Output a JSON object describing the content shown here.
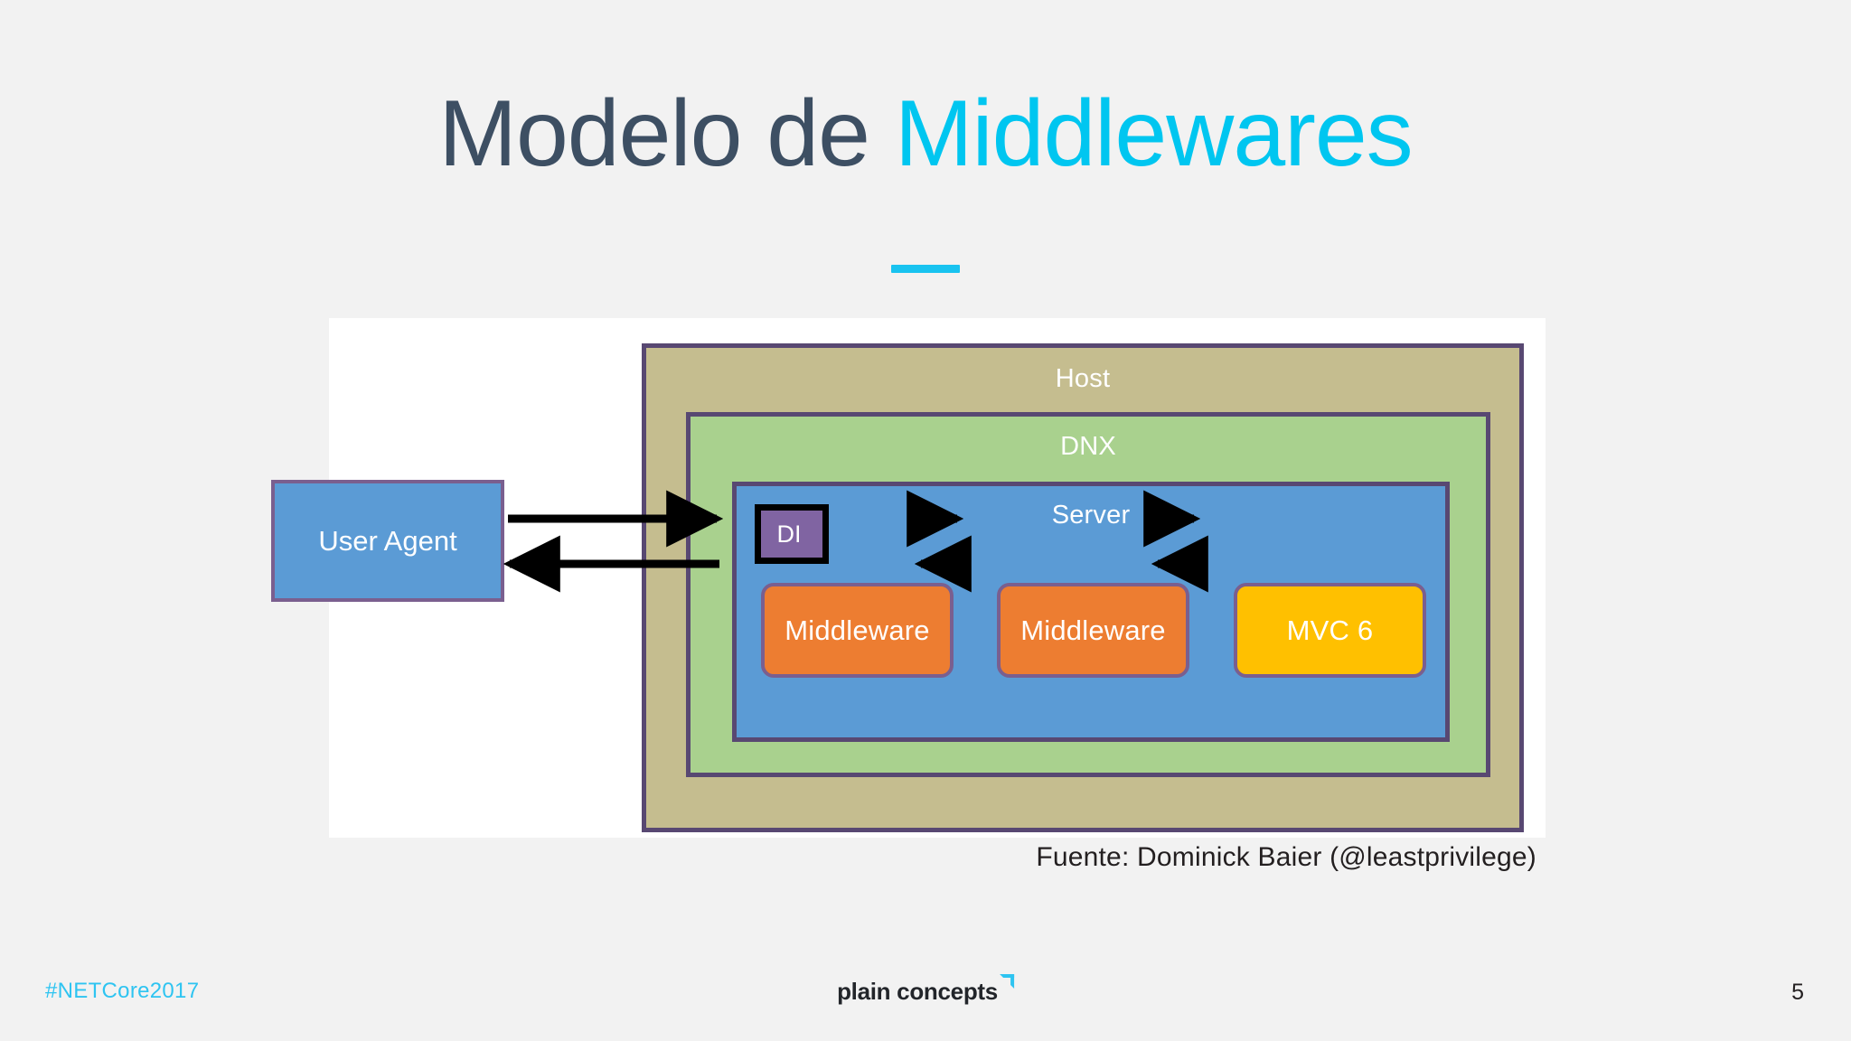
{
  "slide": {
    "title_primary": "Modelo de ",
    "title_accent": "Middlewares",
    "accent_color": "#00c6f0",
    "title_color": "#3d4f63",
    "background_color": "#f2f2f2"
  },
  "diagram": {
    "host": {
      "label": "Host",
      "fill": "#c5bd8f",
      "border": "#584872"
    },
    "dnx": {
      "label": "DNX",
      "fill": "#a9d18e",
      "border": "#584872"
    },
    "server": {
      "label": "Server",
      "fill": "#5b9bd5",
      "border": "#584872"
    },
    "di": {
      "label": "DI",
      "fill": "#8064a2",
      "border": "#000000"
    },
    "user_agent": {
      "label": "User Agent",
      "fill": "#5b9bd5",
      "border": "#7a5f8f"
    },
    "pipeline": [
      {
        "label": "Middleware",
        "fill": "#ed7d31",
        "border": "#7a5f8f"
      },
      {
        "label": "Middleware",
        "fill": "#ed7d31",
        "border": "#7a5f8f"
      },
      {
        "label": "MVC 6",
        "fill": "#ffc000",
        "border": "#7a5f8f"
      }
    ],
    "arrow_color": "#000000",
    "arrow_direction_note": "bidirectional request/response flow"
  },
  "caption": "Fuente: Dominick Baier (@leastprivilege)",
  "footer": {
    "hashtag": "#NETCore2017",
    "logo_text": "plain concepts",
    "logo_mark": "bracket-icon",
    "page_number": "5"
  }
}
